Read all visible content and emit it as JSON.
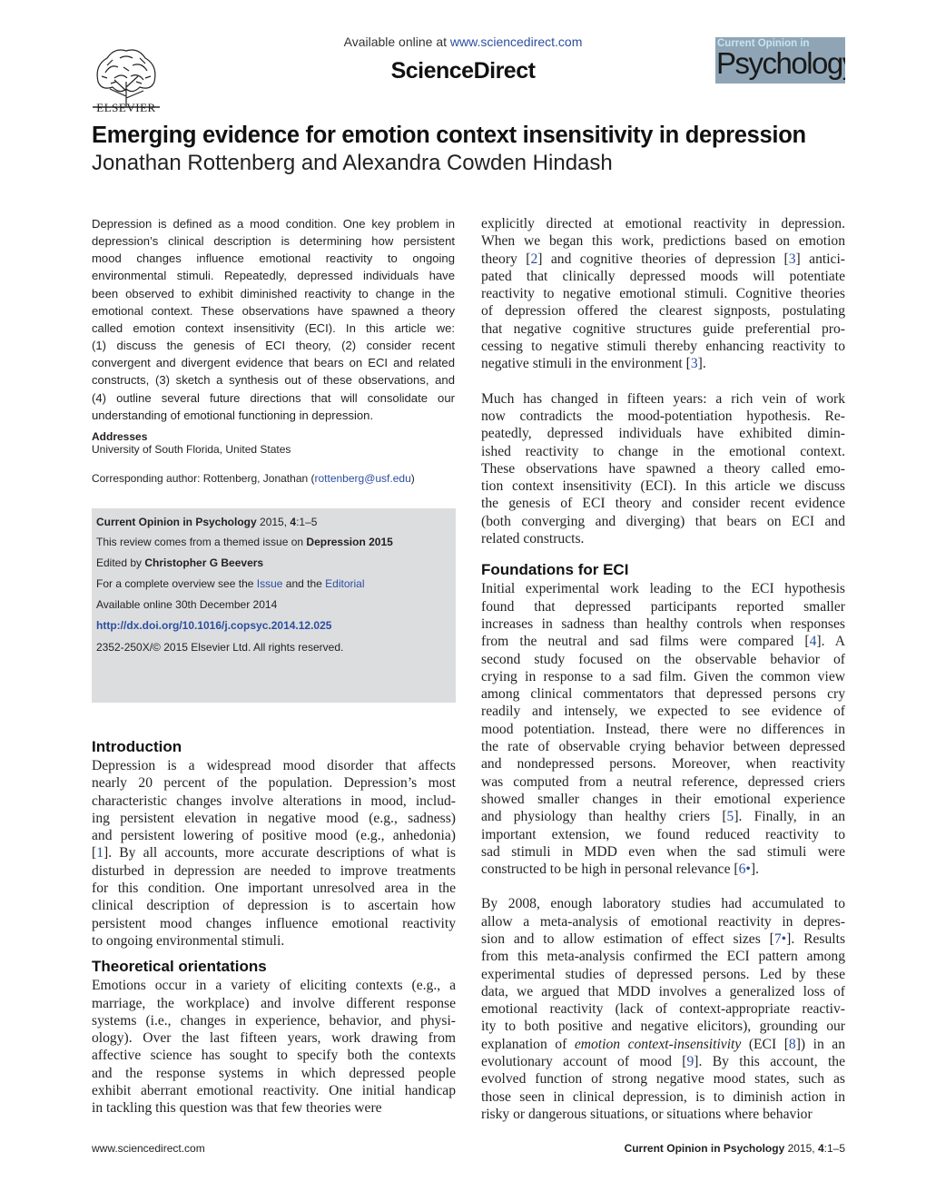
{
  "header": {
    "publisher": "ELSEVIER",
    "available_prefix": "Available online at ",
    "available_link": "www.sciencedirect.com",
    "platform": "ScienceDirect",
    "journal_small": "Current Opinion in",
    "journal_big": "Psychology"
  },
  "article": {
    "title": "Emerging evidence for emotion context insensitivity in depression",
    "authors": "Jonathan Rottenberg and Alexandra Cowden Hindash"
  },
  "abstract": {
    "lines": [
      "Depression is defined as a mood condition. One key problem in",
      "depression’s clinical description is determining how persistent",
      "mood changes influence emotional reactivity to ongoing",
      "environmental stimuli. Repeatedly, depressed individuals have",
      "been observed to exhibit diminished reactivity to change in the",
      "emotional context. These observations have spawned a theory",
      "called emotion context insensitivity (ECI). In this article we:",
      "(1) discuss the genesis of ECI theory, (2) consider recent",
      "convergent and divergent evidence that bears on ECI and related",
      "constructs, (3) sketch a synthesis out of these observations, and",
      "(4) outline several future directions that will consolidate our",
      "understanding of emotional functioning in depression."
    ]
  },
  "addresses": {
    "heading": "Addresses",
    "text": "University of South Florida, United States"
  },
  "corresponding": {
    "prefix": "Corresponding author: Rottenberg, Jonathan (",
    "email": "rottenberg@usf.edu",
    "suffix": ")"
  },
  "infobox": {
    "citation_journal": "Current Opinion in Psychology",
    "citation_year": " 2015, ",
    "citation_volume": "4",
    "citation_pages": ":1–5",
    "theme_prefix": "This review comes from a themed issue on ",
    "theme_name": "Depression 2015",
    "edited_prefix": "Edited by ",
    "editor": "Christopher G Beevers",
    "overview_prefix": "For a complete overview see the ",
    "issue_link": "Issue",
    "overview_and": " and the ",
    "editorial_link": "Editorial",
    "available": "Available online 30th December 2014",
    "doi": "http://dx.doi.org/10.1016/j.copsyc.2014.12.025",
    "copyright": "2352-250X/© 2015 Elsevier Ltd. All rights reserved."
  },
  "body_left": {
    "intro_heading": "Introduction",
    "intro_lines": [
      "Depression is a widespread mood disorder that affects",
      "nearly 20 percent of the population. Depression’s most",
      "characteristic changes involve alterations in mood, includ-",
      "ing persistent elevation in negative mood (e.g., sadness)",
      "and persistent lowering of positive mood (e.g., anhedonia)",
      "[1]. By all accounts, more accurate descriptions of what is",
      "disturbed in depression are needed to improve treatments",
      "for this condition. One important unresolved area in the",
      "clinical description of depression is to ascertain how",
      "persistent mood changes influence emotional reactivity",
      "to ongoing environmental stimuli."
    ],
    "theory_heading": "Theoretical orientations",
    "theory_lines": [
      "Emotions occur in a variety of eliciting contexts (e.g., a",
      "marriage, the workplace) and involve different response",
      "systems (i.e., changes in experience, behavior, and physi-",
      "ology). Over the last fifteen years, work drawing from",
      "affective science has sought to specify both the contexts",
      "and the response systems in which depressed people",
      "exhibit aberrant emotional reactivity. One initial handicap",
      "in tackling this question was that few theories were"
    ]
  },
  "body_right": {
    "p1_lines": [
      "explicitly directed at emotional reactivity in depression.",
      "When we began this work, predictions based on emotion",
      "theory [2] and cognitive theories of depression [3] antici-",
      "pated that clinically depressed moods will potentiate",
      "reactivity to negative emotional stimuli. Cognitive theories",
      "of depression offered the clearest signposts, postulating",
      "that negative cognitive structures guide preferential pro-",
      "cessing to negative stimuli thereby enhancing reactivity to",
      "negative stimuli in the environment [3]."
    ],
    "p2_lines": [
      "Much has changed in fifteen years: a rich vein of work",
      "now contradicts the mood-potentiation hypothesis. Re-",
      "peatedly, depressed individuals have exhibited dimin-",
      "ished reactivity to change in the emotional context.",
      "These observations have spawned a theory called emo-",
      "tion context insensitivity (ECI). In this article we discuss",
      "the genesis of ECI theory and consider recent evidence",
      "(both converging and diverging) that bears on ECI and",
      "related constructs."
    ],
    "foundations_heading": "Foundations for ECI",
    "p3_lines": [
      "Initial experimental work leading to the ECI hypothesis",
      "found that depressed participants reported smaller",
      "increases in sadness than healthy controls when responses",
      "from the neutral and sad films were compared [4]. A",
      "second study focused on the observable behavior of",
      "crying in response to a sad film. Given the common view",
      "among clinical commentators that depressed persons cry",
      "readily and intensely, we expected to see evidence of",
      "mood potentiation. Instead, there were no differences in",
      "the rate of observable crying behavior between depressed",
      "and nondepressed persons. Moreover, when reactivity",
      "was computed from a neutral reference, depressed criers",
      "showed smaller changes in their emotional experience",
      "and physiology than healthy criers [5]. Finally, in an",
      "important extension, we found reduced reactivity to",
      "sad stimuli in MDD even when the sad stimuli were",
      "constructed to be high in personal relevance [6•]."
    ],
    "p4_lines": [
      "By 2008, enough laboratory studies had accumulated to",
      "allow a meta-analysis of emotional reactivity in depres-",
      "sion and to allow estimation of effect sizes [7•]. Results",
      "from this meta-analysis confirmed the ECI pattern among",
      "experimental studies of depressed persons. Led by these",
      "data, we argued that MDD involves a generalized loss of",
      "emotional reactivity (lack of context-appropriate reactiv-",
      "ity to both positive and negative elicitors), grounding our",
      "explanation of emotion context-insensitivity (ECI [8]) in an",
      "evolutionary account of mood [9]. By this account, the",
      "evolved function of strong negative mood states, such as",
      "those seen in clinical depression, is to diminish action in",
      "risky or dangerous situations, or situations where behavior"
    ]
  },
  "footer": {
    "left": "www.sciencedirect.com",
    "right_journal": "Current Opinion in Psychology",
    "right_year": " 2015, ",
    "right_volume": "4",
    "right_pages": ":1–5"
  }
}
